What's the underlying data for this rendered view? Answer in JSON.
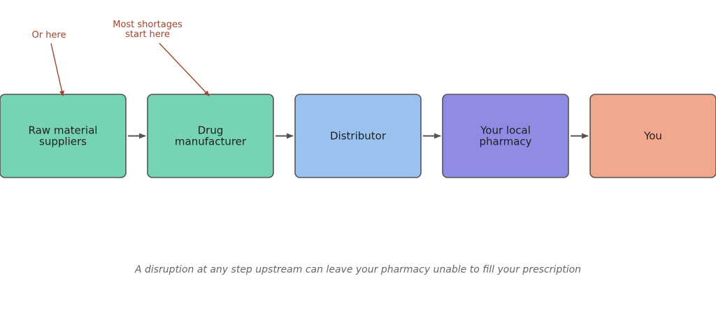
{
  "colors": {
    "raw_material": "#76d3b3",
    "manufacturer": "#76d3b3",
    "distributor": "#99c2ef",
    "pharmacy": "#918ce3",
    "you": "#f2a88e",
    "box_stroke": "#555555",
    "arrow": "#555555",
    "annotation": "#a0432a",
    "caption": "#666666"
  },
  "steps": [
    {
      "id": "raw-material-suppliers",
      "lines": [
        "Raw material",
        "suppliers"
      ],
      "color_key": "raw_material"
    },
    {
      "id": "drug-manufacturer",
      "lines": [
        "Drug",
        "manufacturer"
      ],
      "color_key": "manufacturer"
    },
    {
      "id": "distributor",
      "lines": [
        "Distributor"
      ],
      "color_key": "distributor"
    },
    {
      "id": "your-local-pharmacy",
      "lines": [
        "Your local",
        "pharmacy"
      ],
      "color_key": "pharmacy"
    },
    {
      "id": "you",
      "lines": [
        "You"
      ],
      "color_key": "you"
    }
  ],
  "annotations": [
    {
      "id": "or-here",
      "lines": [
        "Or here"
      ],
      "points_to": "raw-material-suppliers"
    },
    {
      "id": "most-shortages",
      "lines": [
        "Most shortages",
        "start here"
      ],
      "points_to": "drug-manufacturer"
    }
  ],
  "caption": "A disruption at any step upstream can leave your pharmacy unable to fill your prescription"
}
